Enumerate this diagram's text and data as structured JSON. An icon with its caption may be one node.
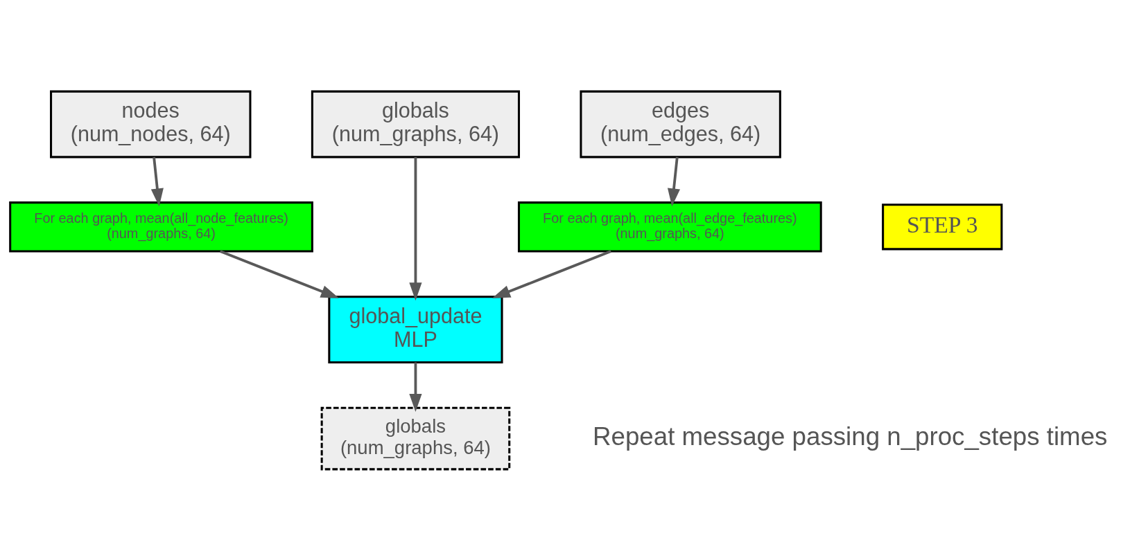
{
  "diagram": {
    "nodes": [
      {
        "text": [
          "nodes",
          "(num_nodes, 64)"
        ]
      },
      {
        "text": [
          "edges",
          "(num_edges, 64)"
        ]
      },
      {
        "text": [
          "globals",
          "(num_graphs, 64)"
        ]
      },
      {
        "text": [
          "For each graph, mean(all_edge_features)",
          "(num_graphs, 64)"
        ]
      },
      {
        "text": [
          "For each graph, mean(all_node_features)",
          "(num_graphs, 64)"
        ]
      },
      {
        "text": [
          "global_update",
          "MLP"
        ]
      },
      {
        "text": [
          "globals",
          "(num_graphs, 64)"
        ]
      },
      {
        "text": [
          "STEP 3"
        ]
      }
    ],
    "edges": [
      {
        "from": 0,
        "to": 4,
        "arrow": "to"
      },
      {
        "from": 1,
        "to": 3,
        "arrow": "to"
      },
      {
        "from": 2,
        "to": 5,
        "arrow": "to"
      },
      {
        "from": 3,
        "to": 5,
        "arrow": "to"
      },
      {
        "from": 4,
        "to": 5,
        "arrow": "to"
      },
      {
        "from": 5,
        "to": 6,
        "arrow": "to"
      }
    ],
    "labels": [
      "Repeat message passing n_proc_steps times"
    ]
  }
}
